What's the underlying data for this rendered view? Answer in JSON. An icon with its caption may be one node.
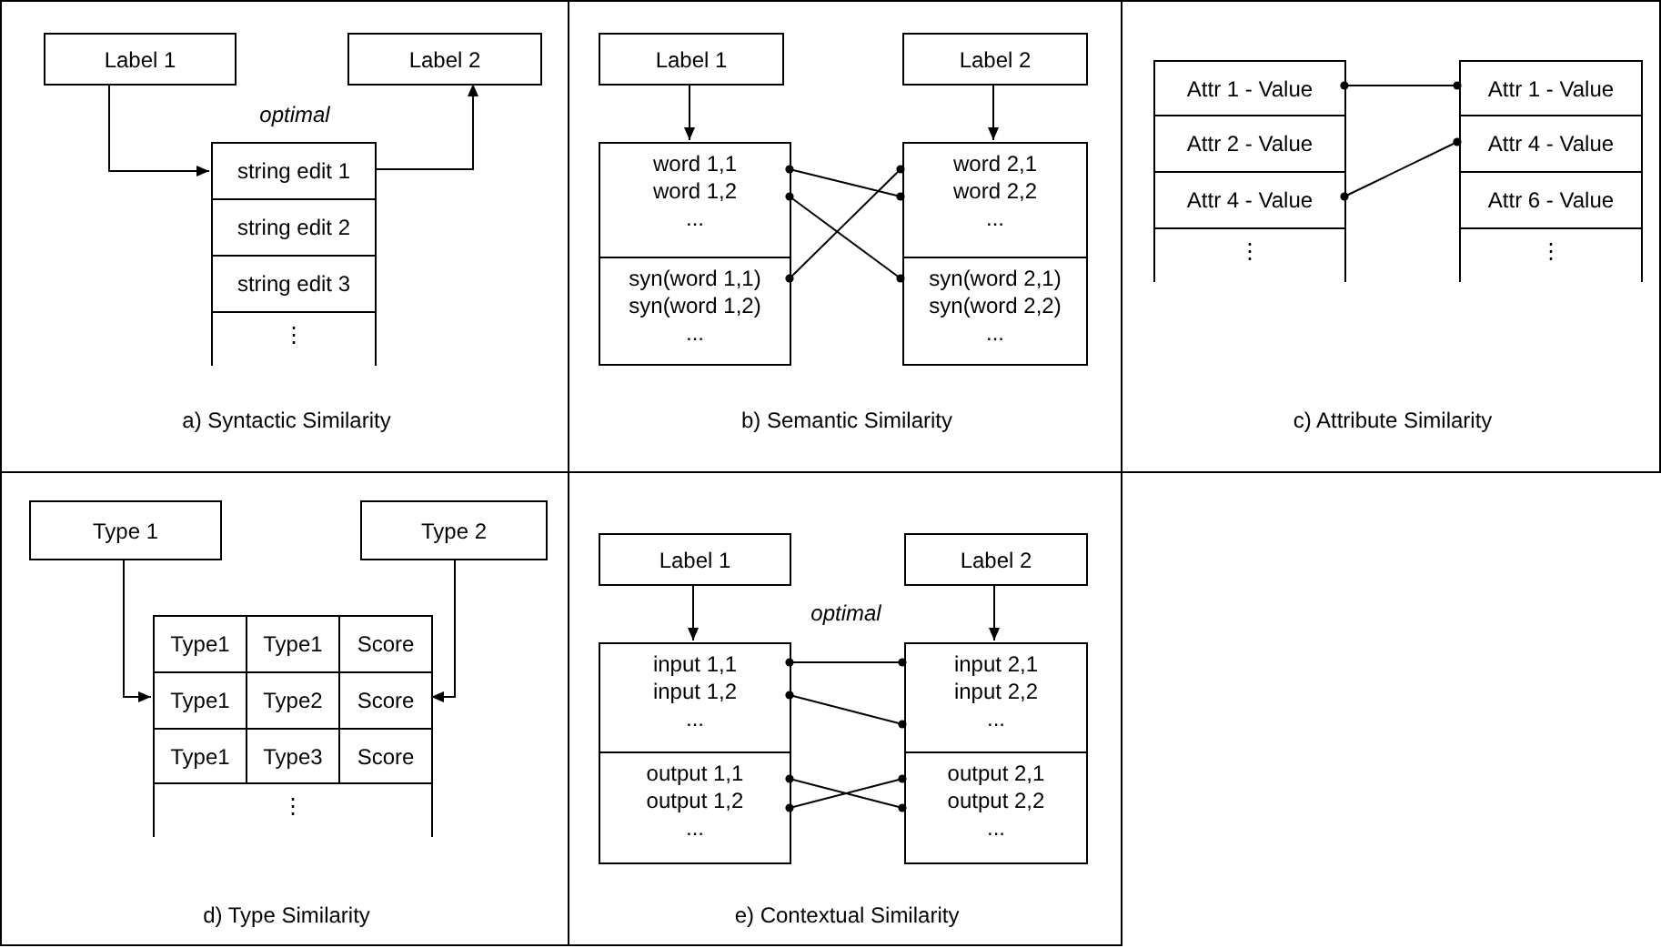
{
  "diagram": {
    "nodes": [
      {
        "text": [
          "a) Syntactic Similarity"
        ]
      },
      {
        "text": [
          "Label 1"
        ],
        "in": 0
      },
      {
        "text": [
          "Label 2"
        ],
        "in": 0
      },
      {
        "text": [
          "string edit 1"
        ],
        "in": 0
      },
      {
        "text": [
          "string edit 2"
        ],
        "in": 0
      },
      {
        "text": [
          "string edit 3"
        ],
        "in": 0
      },
      {
        "text": [
          "⋮"
        ],
        "in": 0
      },
      {
        "text": [
          "b) Semantic Similarity"
        ]
      },
      {
        "text": [
          "Label 1"
        ],
        "in": 7
      },
      {
        "text": [
          "Label 2"
        ],
        "in": 7
      },
      {
        "text": [
          "word 1,1",
          "word 1,2",
          "..."
        ],
        "in": 7
      },
      {
        "text": [
          "syn(word 1,1)",
          "syn(word 1,2)",
          "..."
        ],
        "in": 7
      },
      {
        "text": [
          "word 2,1",
          "word 2,2",
          "..."
        ],
        "in": 7
      },
      {
        "text": [
          "syn(word 2,1)",
          "syn(word 2,2)",
          "..."
        ],
        "in": 7
      },
      {
        "text": [
          "c) Attribute Similarity"
        ]
      },
      {
        "text": [
          "Attr 1 - Value"
        ],
        "in": 14
      },
      {
        "text": [
          "Attr 2 - Value"
        ],
        "in": 14
      },
      {
        "text": [
          "Attr 4 - Value"
        ],
        "in": 14
      },
      {
        "text": [
          "⋮"
        ],
        "in": 14
      },
      {
        "text": [
          "Attr 1 - Value"
        ],
        "in": 14
      },
      {
        "text": [
          "Attr 4 - Value"
        ],
        "in": 14
      },
      {
        "text": [
          "Attr 6 - Value"
        ],
        "in": 14
      },
      {
        "text": [
          "⋮"
        ],
        "in": 14
      },
      {
        "text": [
          "d) Type Similarity"
        ]
      },
      {
        "text": [
          "Type 1"
        ],
        "in": 23
      },
      {
        "text": [
          "Type 2"
        ],
        "in": 23
      },
      {
        "text": [
          "Type1"
        ],
        "in": 23
      },
      {
        "text": [
          "Type1"
        ],
        "in": 23
      },
      {
        "text": [
          "Score"
        ],
        "in": 23
      },
      {
        "text": [
          "Type1"
        ],
        "in": 23
      },
      {
        "text": [
          "Type2"
        ],
        "in": 23
      },
      {
        "text": [
          "Score"
        ],
        "in": 23
      },
      {
        "text": [
          "Type1"
        ],
        "in": 23
      },
      {
        "text": [
          "Type3"
        ],
        "in": 23
      },
      {
        "text": [
          "Score"
        ],
        "in": 23
      },
      {
        "text": [
          "⋮"
        ],
        "in": 23
      },
      {
        "text": [
          "e) Contextual Similarity"
        ]
      },
      {
        "text": [
          "Label 1"
        ],
        "in": 36
      },
      {
        "text": [
          "Label 2"
        ],
        "in": 36
      },
      {
        "text": [
          "input 1,1",
          "input 1,2",
          "..."
        ],
        "in": 36
      },
      {
        "text": [
          "output 1,1",
          "output 1,2",
          "..."
        ],
        "in": 36
      },
      {
        "text": [
          "input 2,1",
          "input 2,2",
          "..."
        ],
        "in": 36
      },
      {
        "text": [
          "output 2,1",
          "output 2,2",
          "..."
        ],
        "in": 36
      }
    ],
    "edges": [
      {
        "from": 1,
        "to": 3,
        "arrow": "to"
      },
      {
        "from": 3,
        "to": 2,
        "arrow": "to"
      },
      {
        "from": 8,
        "to": 10,
        "arrow": "to"
      },
      {
        "from": 9,
        "to": 12,
        "arrow": "to"
      },
      {
        "from": 10,
        "to": 12,
        "arrow": "other"
      },
      {
        "from": 10,
        "to": 13,
        "arrow": "other"
      },
      {
        "from": 11,
        "to": 12,
        "arrow": "other"
      },
      {
        "from": 15,
        "to": 19,
        "arrow": "other"
      },
      {
        "from": 17,
        "to": 20,
        "arrow": "other"
      },
      {
        "from": 24,
        "to": 29,
        "arrow": "to"
      },
      {
        "from": 25,
        "to": 31,
        "arrow": "to"
      },
      {
        "from": 37,
        "to": 39,
        "arrow": "to"
      },
      {
        "from": 38,
        "to": 41,
        "arrow": "to"
      },
      {
        "from": 39,
        "to": 41,
        "arrow": "other"
      },
      {
        "from": 39,
        "to": 41,
        "arrow": "other"
      },
      {
        "from": 40,
        "to": 42,
        "arrow": "other"
      },
      {
        "from": 40,
        "to": 42,
        "arrow": "other"
      }
    ],
    "labels": [
      "optimal",
      "optimal"
    ]
  }
}
